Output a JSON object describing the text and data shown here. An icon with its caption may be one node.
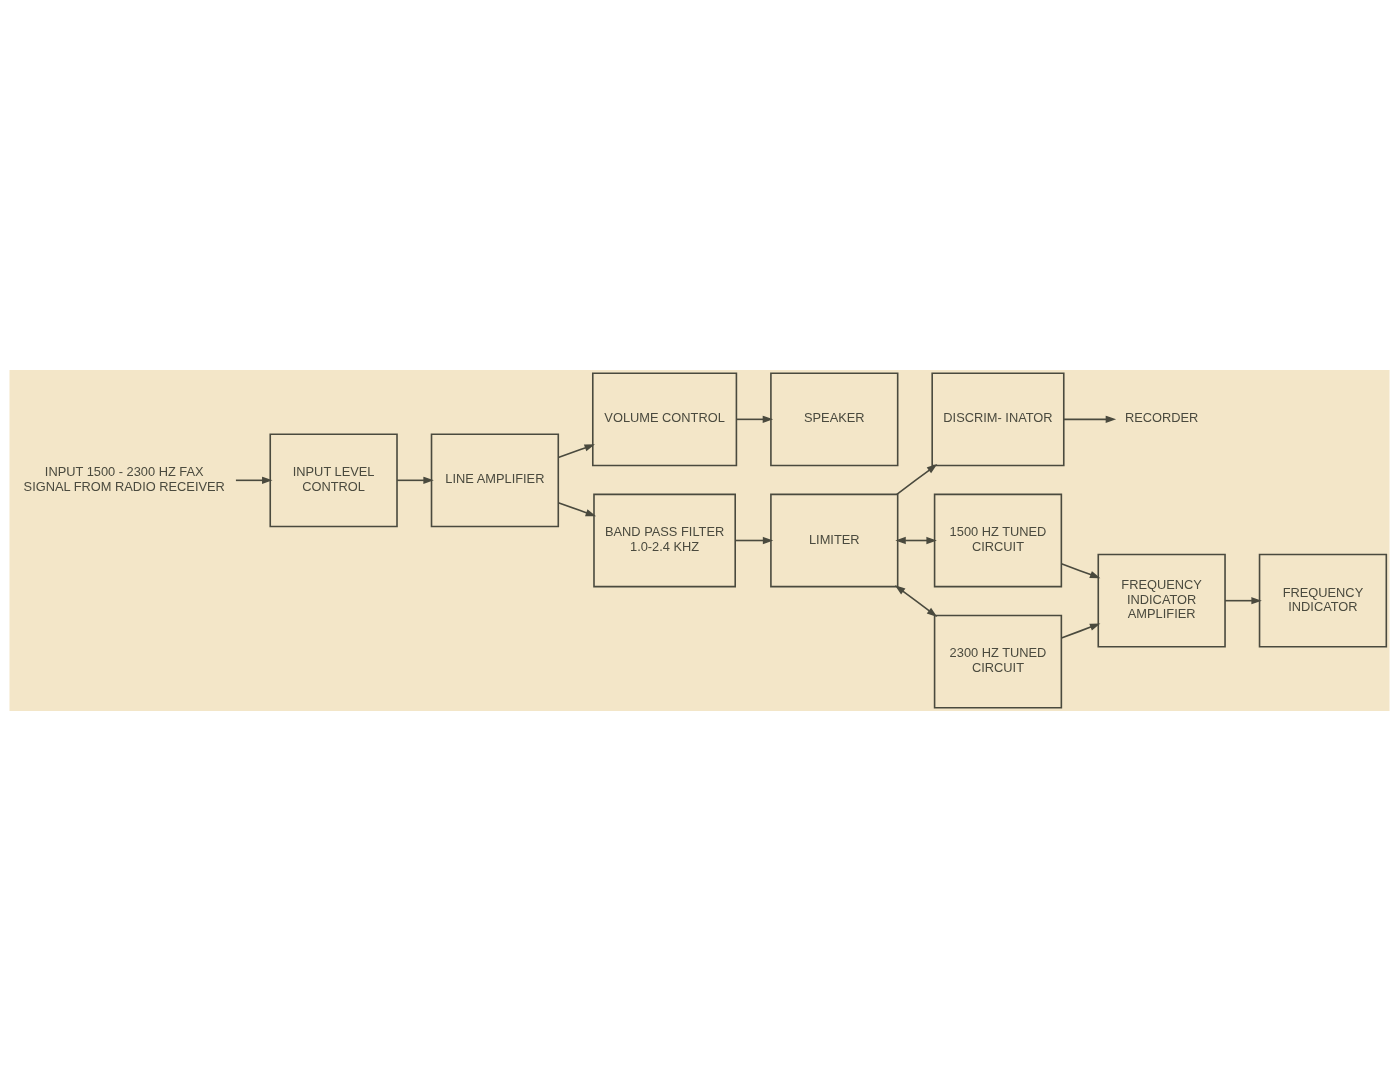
{
  "diagram": {
    "nodes": [
      {
        "text": [
          "INPUT 1500 - 2300 HZ FAX SIGNAL FROM RADIO RECEIVER"
        ]
      },
      {
        "text": [
          "INPUT LEVEL CONTROL"
        ]
      },
      {
        "text": [
          "LINE AMPLIFIER"
        ]
      },
      {
        "text": [
          "VOLUME CONTROL"
        ]
      },
      {
        "text": [
          "SPEAKER"
        ]
      },
      {
        "text": [
          "BAND PASS FILTER 1.0-2.4 KHZ"
        ]
      },
      {
        "text": [
          "LIMITER"
        ]
      },
      {
        "text": [
          "DISCRIM- INATOR"
        ]
      },
      {
        "text": [
          "RECORDER"
        ]
      },
      {
        "text": [
          "1500 HZ TUNED CIRCUIT"
        ]
      },
      {
        "text": [
          "FREQUENCY INDICATOR AMPLIFIER"
        ]
      },
      {
        "text": [
          "FREQUENCY INDICATOR"
        ]
      },
      {
        "text": [
          "2300 HZ TUNED CIRCUIT"
        ]
      }
    ],
    "edges": [
      {
        "from": 0,
        "to": 1,
        "arrow": "to"
      },
      {
        "from": 1,
        "to": 2,
        "arrow": "to"
      },
      {
        "from": 2,
        "to": 3,
        "arrow": "to"
      },
      {
        "from": 3,
        "to": 4,
        "arrow": "to"
      },
      {
        "from": 2,
        "to": 5,
        "arrow": "to"
      },
      {
        "from": 5,
        "to": 6,
        "arrow": "to"
      },
      {
        "from": 6,
        "to": 7,
        "arrow": "to"
      },
      {
        "from": 7,
        "to": 8,
        "arrow": "to"
      },
      {
        "from": 6,
        "to": 9,
        "arrow": "both"
      },
      {
        "from": 6,
        "to": 12,
        "arrow": "both"
      },
      {
        "from": 9,
        "to": 10,
        "arrow": "to"
      },
      {
        "from": 12,
        "to": 10,
        "arrow": "to"
      },
      {
        "from": 10,
        "to": 11,
        "arrow": "to"
      }
    ]
  }
}
